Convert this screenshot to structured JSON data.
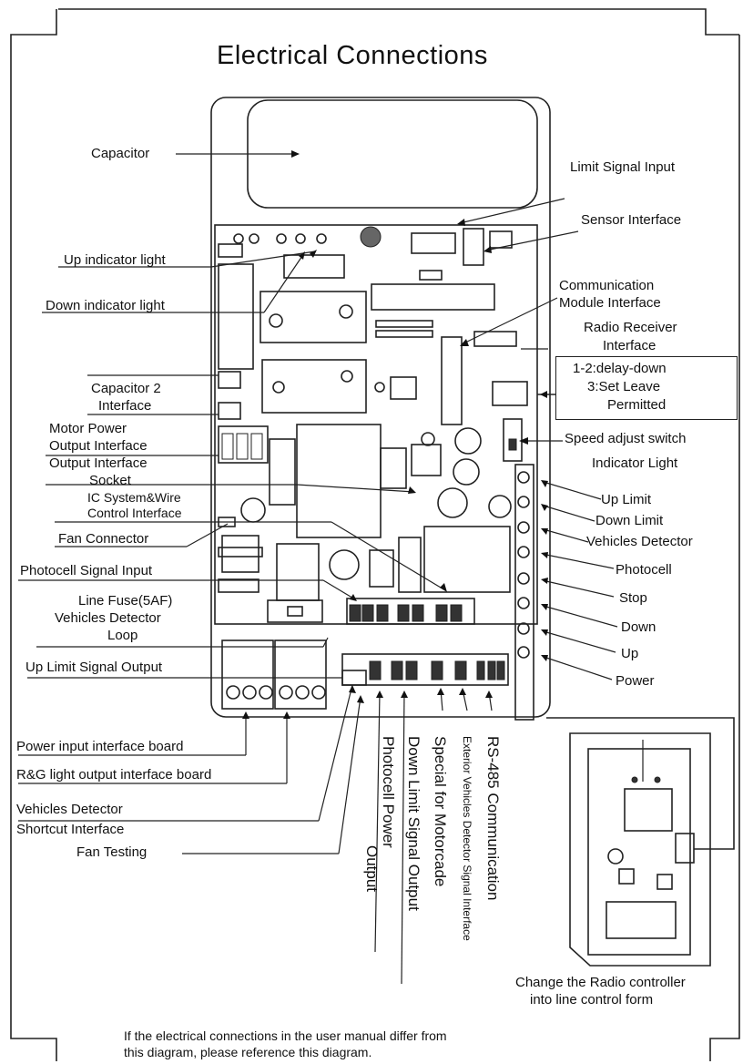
{
  "title": "Electrical Connections",
  "labels": {
    "capacitor": "Capacitor",
    "limit_signal_input": "Limit Signal Input",
    "sensor_interface": "Sensor Interface",
    "up_indicator_light": "Up indicator light",
    "down_indicator_light": "Down indicator light",
    "communication_module_1": "Communication",
    "communication_module_2": "Module Interface",
    "radio_receiver_1": "Radio Receiver",
    "radio_receiver_2": "Interface",
    "capacitor2_1": "Capacitor 2",
    "capacitor2_2": "Interface",
    "motor_power_1": "Motor Power",
    "motor_power_2": "Output Interface",
    "output_socket_1": "Output Interface",
    "output_socket_2": "Socket",
    "ic_system_1": "IC System&Wire",
    "ic_system_2": "Control Interface",
    "fan_connector": "Fan Connector",
    "speed_adjust_switch": "Speed adjust switch",
    "indicator_light": "Indicator Light",
    "up_limit": "Up Limit",
    "down_limit": "Down Limit",
    "vehicles_detector": "Vehicles Detector",
    "photocell": "Photocell",
    "stop": "Stop",
    "down": "Down",
    "up": "Up",
    "power": "Power",
    "photocell_signal_input": "Photocell Signal Input",
    "line_fuse": "Line Fuse(5AF)",
    "vehicles_detector_loop_1": "Vehicles Detector",
    "vehicles_detector_loop_2": "Loop",
    "up_limit_signal_output": "Up Limit Signal Output",
    "power_input_board": "Power input interface board",
    "rg_light_board": "R&G light output interface board",
    "vehicles_shortcut_1": "Vehicles Detector",
    "vehicles_shortcut_2": "Shortcut Interface",
    "fan_testing": "Fan Testing",
    "photocell_power_1": "Photocell Power",
    "photocell_power_2": "Output",
    "down_limit_signal_output": "Down Limit Signal Output",
    "special_motorcade": "Special for Motorcade",
    "exterior_vehicles": "Exterior Vehicles Detector Signal Interface",
    "rs485": "RS-485 Communication",
    "radio_controller_1": "Change the Radio controller",
    "radio_controller_2": "into line control form"
  },
  "dip_note": {
    "line1": "1-2:delay-down",
    "line2": "3:Set Leave",
    "line3": "Permitted"
  },
  "footer": {
    "line1": "If the electrical connections in the user manual differ from",
    "line2": "this diagram,  please reference this diagram."
  }
}
